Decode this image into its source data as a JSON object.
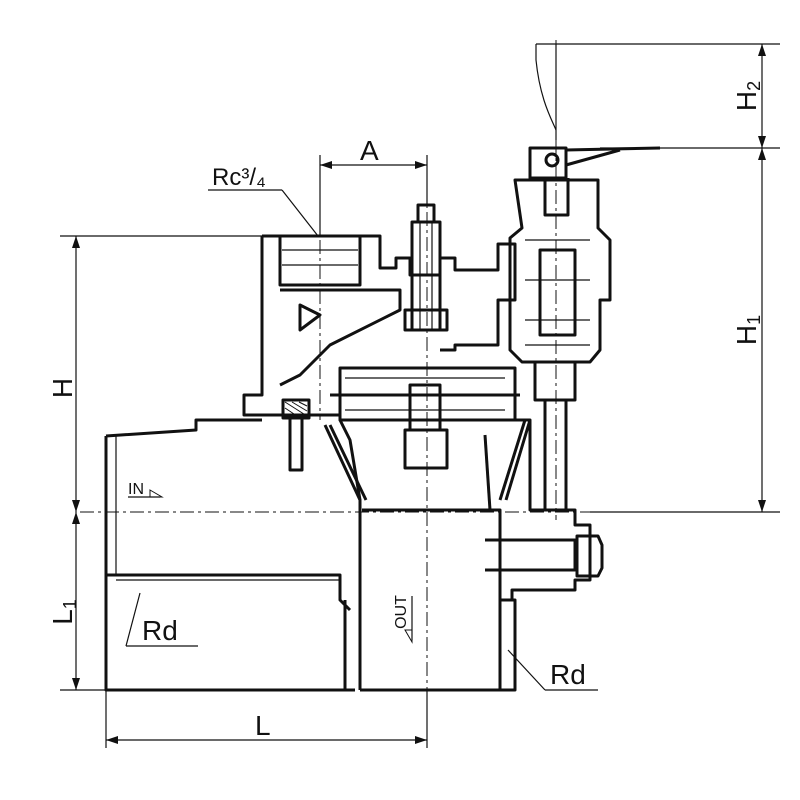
{
  "labels": {
    "port_top": "Rc³/₄",
    "dim_a": "A",
    "dim_h": "H",
    "dim_h1": "H",
    "dim_h1_sub": "1",
    "dim_h2": "H",
    "dim_h2_sub": "2",
    "dim_l1": "L",
    "dim_l1_sub": "1",
    "dim_l": "L",
    "inlet": "IN",
    "outlet": "OUT",
    "thread_left": "Rd",
    "thread_right": "Rd"
  }
}
